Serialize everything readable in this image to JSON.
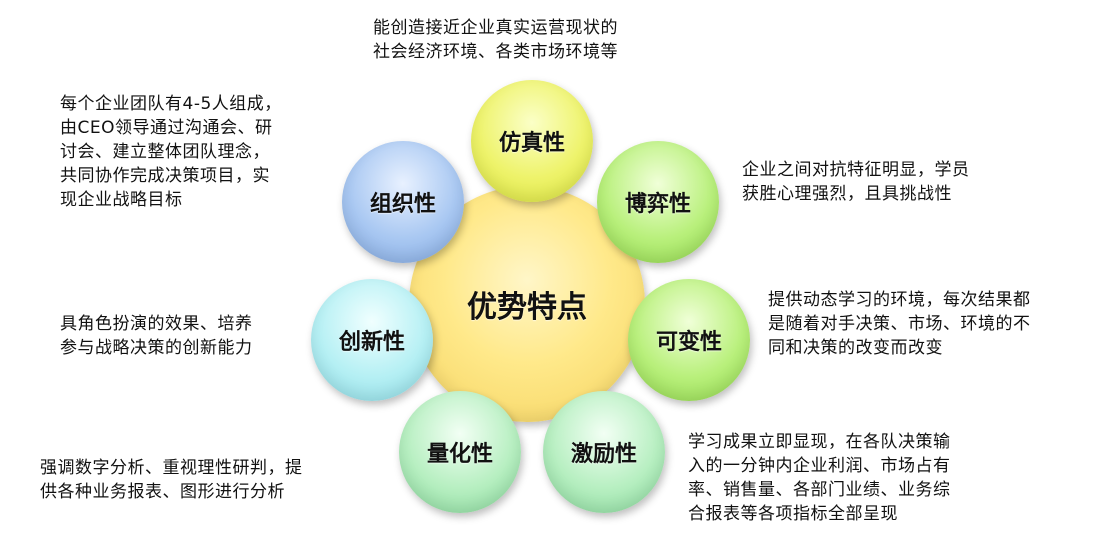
{
  "center": {
    "label": "优势特点"
  },
  "nodes": {
    "fangzhen": {
      "label": "仿真性",
      "desc": "能创造接近企业真实运营现状的\n社会经济环境、各类市场环境等"
    },
    "boyi": {
      "label": "博弈性",
      "desc": "企业之间对抗特征明显，学员\n获胜心理强烈，且具挑战性"
    },
    "kebian": {
      "label": "可变性",
      "desc": "提供动态学习的环境，每次结果都\n是随着对手决策、市场、环境的不\n同和决策的改变而改变"
    },
    "jili": {
      "label": "激励性",
      "desc": "学习成果立即显现，在各队决策输\n入的一分钟内企业利润、市场占有\n率、销售量、各部门业绩、业务综\n合报表等各项指标全部呈现"
    },
    "lianghua": {
      "label": "量化性",
      "desc": "强调数字分析、重视理性研判，提\n供各种业务报表、图形进行分析"
    },
    "chuangxin": {
      "label": "创新性",
      "desc": "具角色扮演的效果、培养\n参与战略决策的创新能力"
    },
    "zuzhi": {
      "label": "组织性",
      "desc": "每个企业团队有4-5人组成，\n由CEO领导通过沟通会、研\n讨会、建立整体团队理念，\n共同协作完成决策项目，实\n现企业战略目标"
    }
  }
}
